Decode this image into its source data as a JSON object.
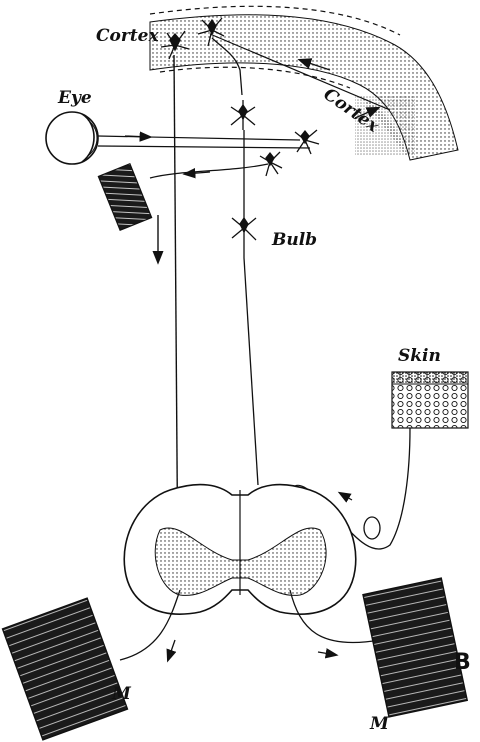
{
  "labels": {
    "cortex_top": "Cortex",
    "cortex_diag": "Cortex",
    "eye": "Eye",
    "bulb": "Bulb",
    "skin": "Skin",
    "muscle_left": "M",
    "muscle_right": "M",
    "figure_letter": "B"
  },
  "colors": {
    "ink": "#111111",
    "paper": "#ffffff"
  }
}
